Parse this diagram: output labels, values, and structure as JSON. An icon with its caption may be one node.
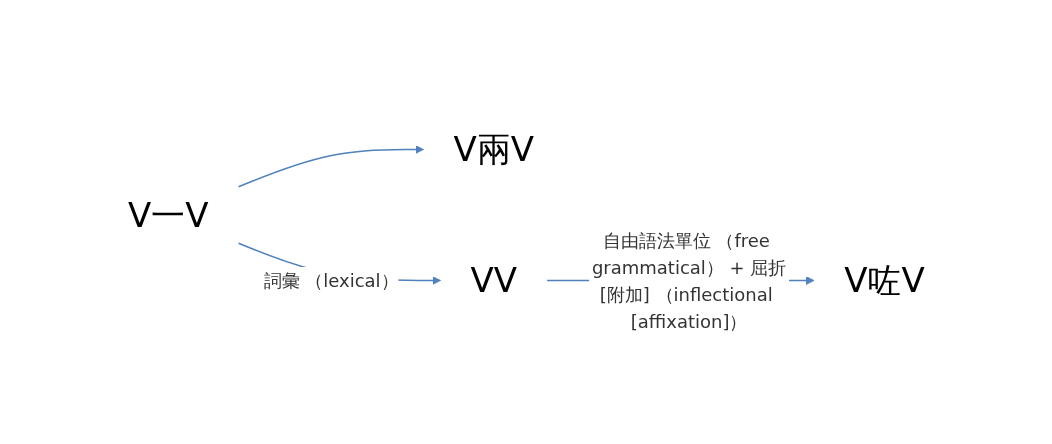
{
  "diagram": {
    "nodes": [
      {
        "text": [
          "V一V"
        ]
      },
      {
        "text": [
          "V兩V"
        ]
      },
      {
        "text": [
          "VV"
        ]
      },
      {
        "text": [
          "V咗V"
        ]
      }
    ],
    "edges": [
      {
        "from": 0,
        "to": 1,
        "arrow": "to"
      },
      {
        "from": 0,
        "to": 2,
        "arrow": "to",
        "label": "詞彙 （lexical）"
      },
      {
        "from": 2,
        "to": 3,
        "arrow": "to",
        "label": "自由語法單位 （free grammatical） + 屈折[附加] （inflectional [affixation]）"
      }
    ]
  }
}
